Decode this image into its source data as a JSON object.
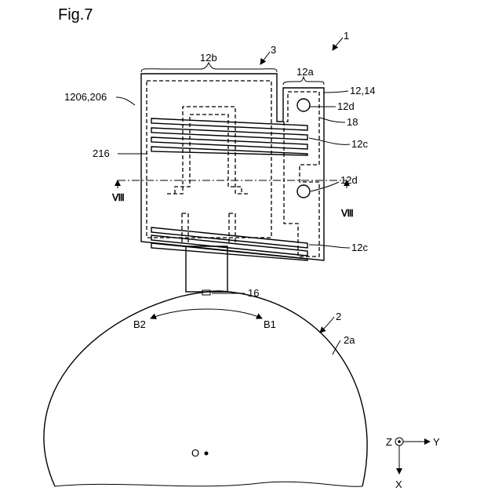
{
  "figure": {
    "title": "Fig.7"
  },
  "labels": {
    "ref_1": "1",
    "ref_2": "2",
    "ref_2a": "2a",
    "ref_3": "3",
    "ref_12a": "12a",
    "ref_12b": "12b",
    "ref_12_14": "12,14",
    "ref_12c_upper": "12c",
    "ref_12c_lower": "12c",
    "ref_12d_upper": "12d",
    "ref_12d_lower": "12d",
    "ref_16": "16",
    "ref_18": "18",
    "ref_1206_206": "1206,206",
    "ref_216": "216",
    "section_left": "Ⅷ",
    "section_right": "Ⅷ",
    "arrow_b1": "B1",
    "arrow_b2": "B2",
    "center_o": "O",
    "axis_x": "X",
    "axis_y": "Y",
    "axis_z": "Z"
  }
}
